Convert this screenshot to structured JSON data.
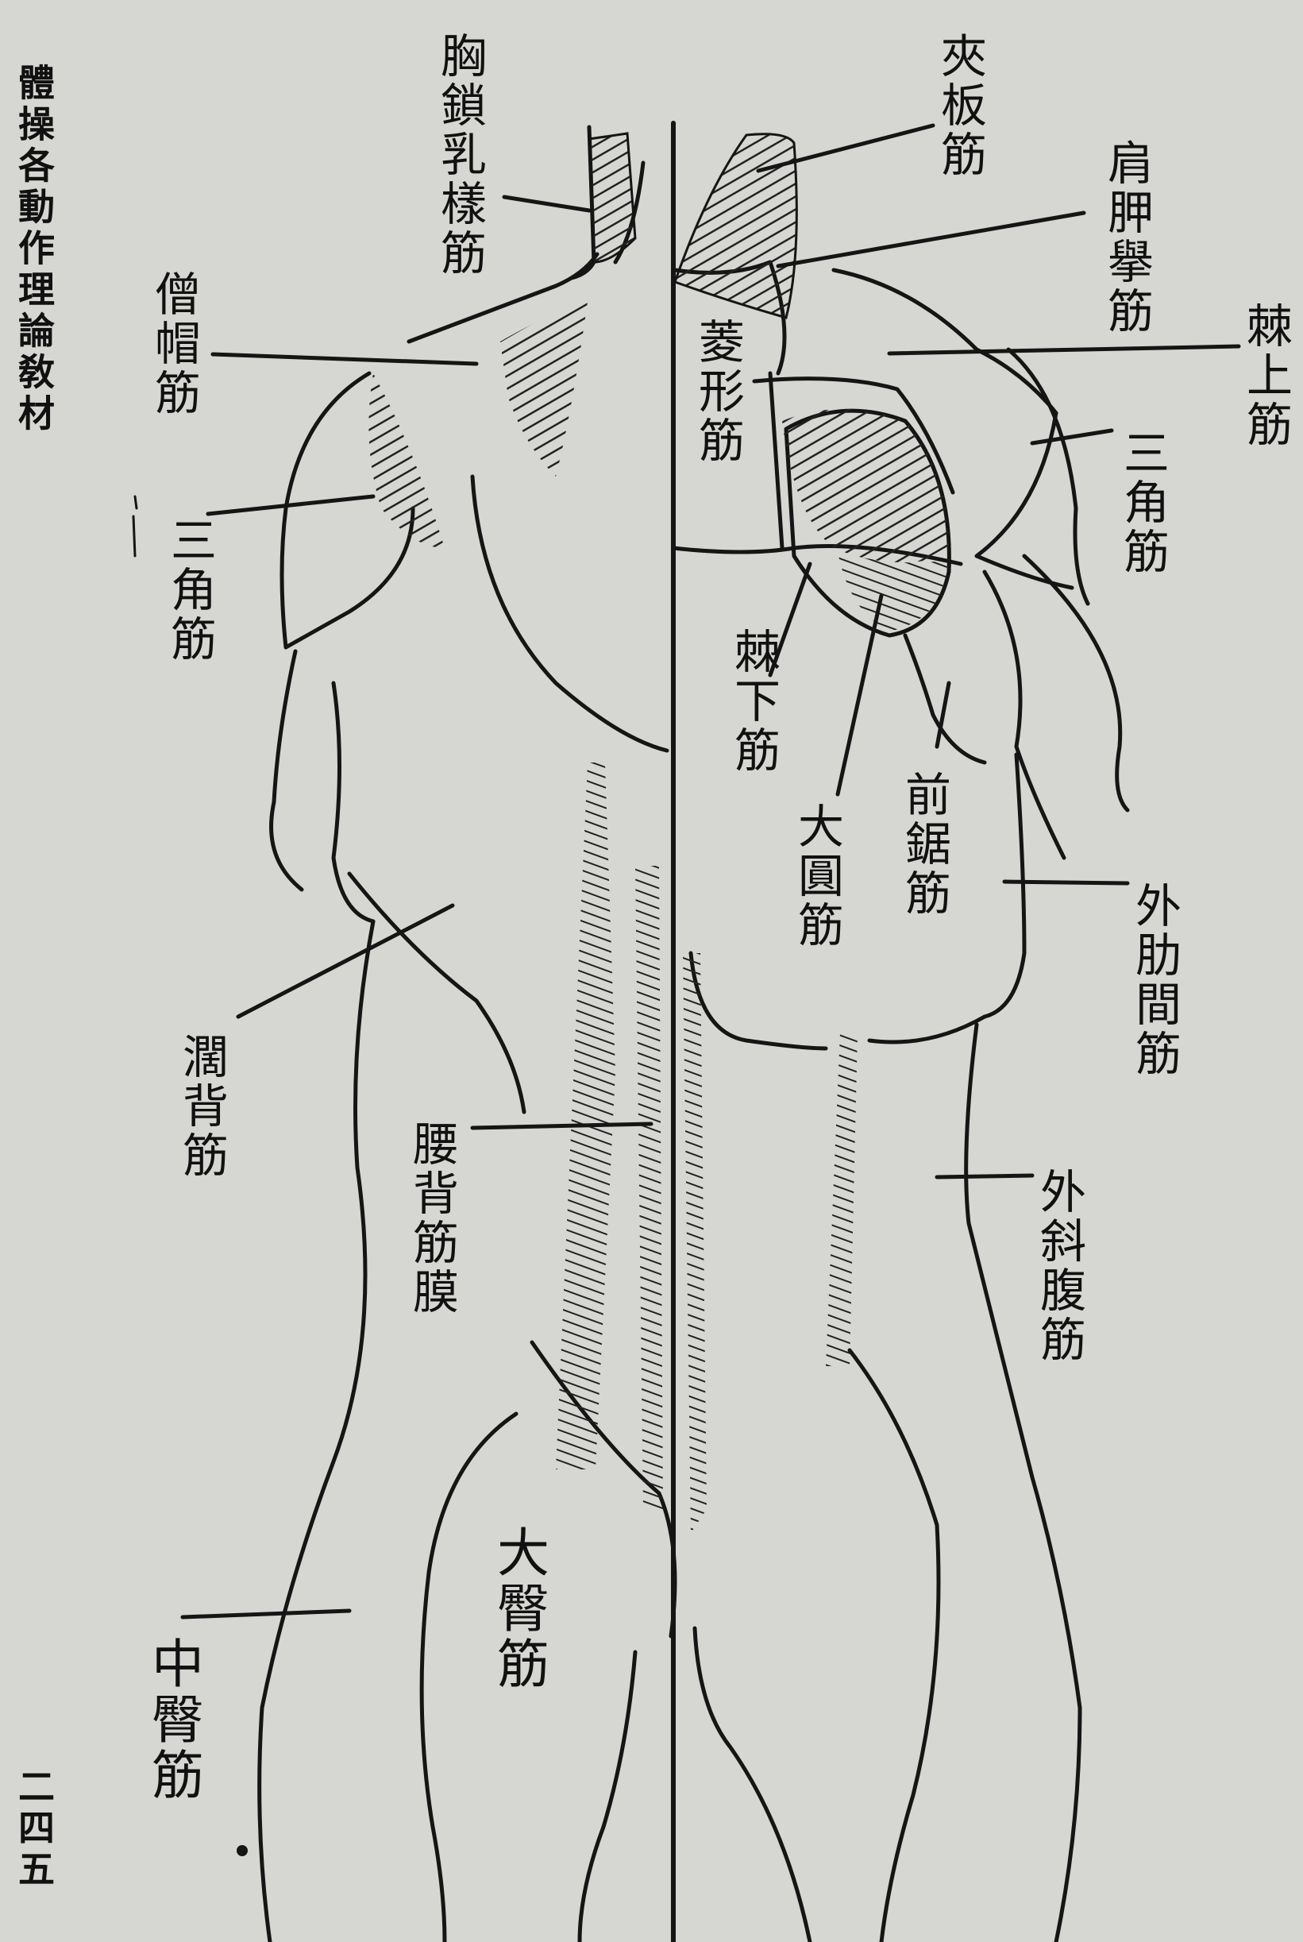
{
  "header": {
    "running_title": "體操各動作理論敎材"
  },
  "footer": {
    "page_number": "二四五"
  },
  "left_labels": {
    "sternocleidomastoid": "胸鎖乳樣筋",
    "trapezius": "僧帽筋",
    "deltoid": "三角筋",
    "latissimus_dorsi": "濶背筋",
    "lumbodorsal_fascia": "腰背筋膜",
    "gluteus_maximus": "大臀筋",
    "gluteus_medius": "中臀筋"
  },
  "right_labels": {
    "splenius": "夾板筋",
    "levator_scapulae": "肩胛擧筋",
    "supraspinatus": "棘上筋",
    "rhomboid": "菱形筋",
    "deltoid": "三角筋",
    "infraspinatus": "棘下筋",
    "teres_major": "大圓筋",
    "serratus_anterior": "前鋸筋",
    "external_intercostal": "外肋間筋",
    "external_oblique": "外斜腹筋"
  },
  "colors": {
    "paper": "#d6d6d2",
    "ink": "#151515"
  }
}
